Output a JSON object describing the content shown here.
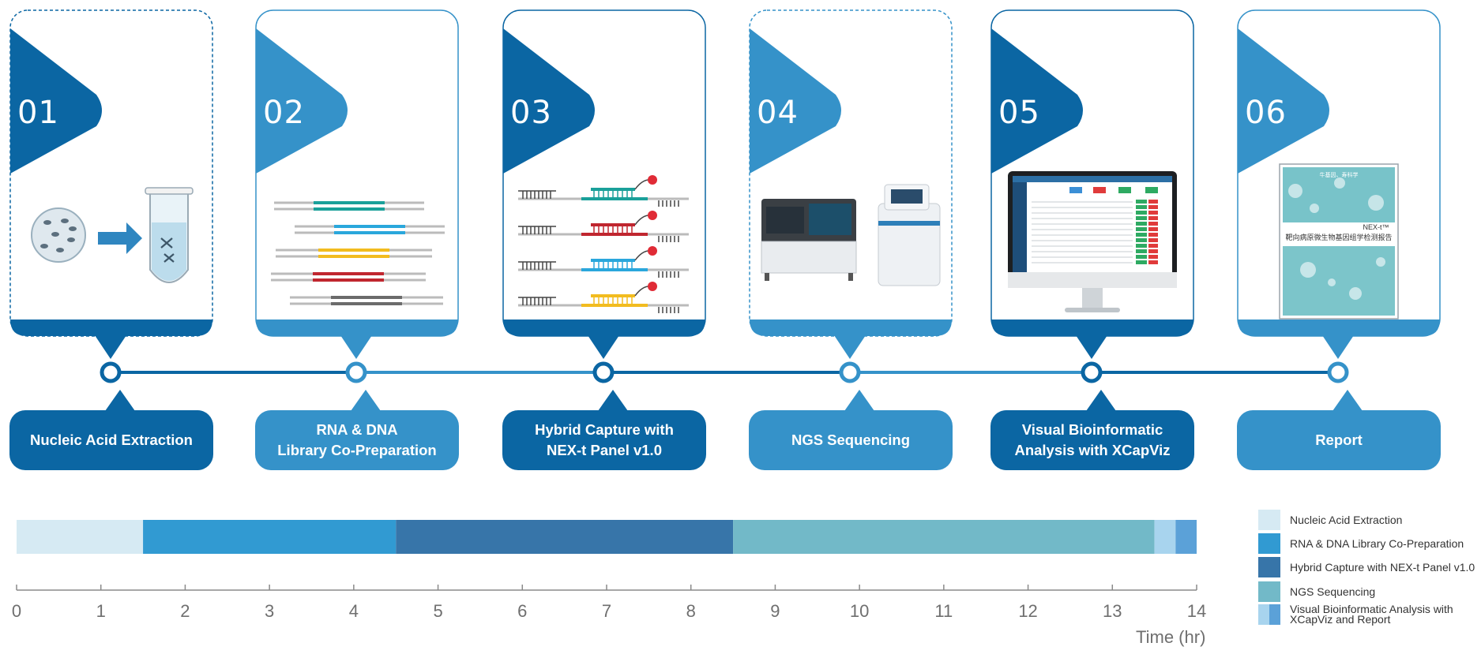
{
  "colors": {
    "dark": "#0b66a3",
    "light": "#3592c9"
  },
  "steps": [
    {
      "num": "01",
      "label": "Nucleic Acid Extraction",
      "tone": "dark",
      "dashed": true
    },
    {
      "num": "02",
      "label": "RNA & DNA\nLibrary Co-Preparation",
      "tone": "light",
      "dashed": false
    },
    {
      "num": "03",
      "label": "Hybrid Capture with\nNEX-t Panel v1.0",
      "tone": "dark",
      "dashed": false
    },
    {
      "num": "04",
      "label": "NGS Sequencing",
      "tone": "light",
      "dashed": true
    },
    {
      "num": "05",
      "label": "Visual Bioinformatic\nAnalysis with XCapViz",
      "tone": "dark",
      "dashed": false
    },
    {
      "num": "06",
      "label": "Report",
      "tone": "light",
      "dashed": false
    }
  ],
  "report_cover": {
    "top_line": "牛基因、寿科学",
    "title": "NEX-t™",
    "subtitle": "靶向病原微生物基因组学检测报告"
  },
  "chart_data": {
    "type": "bar",
    "orientation": "horizontal-stacked",
    "xlabel": "Time (hr)",
    "xlim": [
      0,
      14
    ],
    "ticks": [
      0,
      1,
      2,
      3,
      4,
      5,
      6,
      7,
      8,
      9,
      10,
      11,
      12,
      13,
      14
    ],
    "segments": [
      {
        "name": "Nucleic Acid Extraction",
        "start": 0,
        "end": 1.5,
        "color": "#d6eaf3"
      },
      {
        "name": "RNA & DNA Library Co-Preparation",
        "start": 1.5,
        "end": 4.5,
        "color": "#319ad2"
      },
      {
        "name": "Hybrid Capture with NEX-t Panel v1.0",
        "start": 4.5,
        "end": 8.5,
        "color": "#3775a9"
      },
      {
        "name": "NGS Sequencing",
        "start": 8.5,
        "end": 13.5,
        "color": "#72b9c8"
      },
      {
        "name": "Visual Bioinformatic Analysis with XCapViz and Report",
        "start": 13.5,
        "end": 14.0,
        "colors": [
          "#a8d4ee",
          "#5ba1d8"
        ]
      }
    ],
    "legend": [
      {
        "label": "Nucleic Acid Extraction",
        "color": "#d6eaf3"
      },
      {
        "label": "RNA & DNA Library Co-Preparation",
        "color": "#319ad2"
      },
      {
        "label": "Hybrid Capture with NEX-t Panel v1.0",
        "color": "#3775a9"
      },
      {
        "label": "NGS Sequencing",
        "color": "#72b9c8"
      },
      {
        "label": "Visual Bioinformatic Analysis with XCapViz and Report",
        "colors": [
          "#a8d4ee",
          "#5ba1d8"
        ]
      }
    ]
  }
}
